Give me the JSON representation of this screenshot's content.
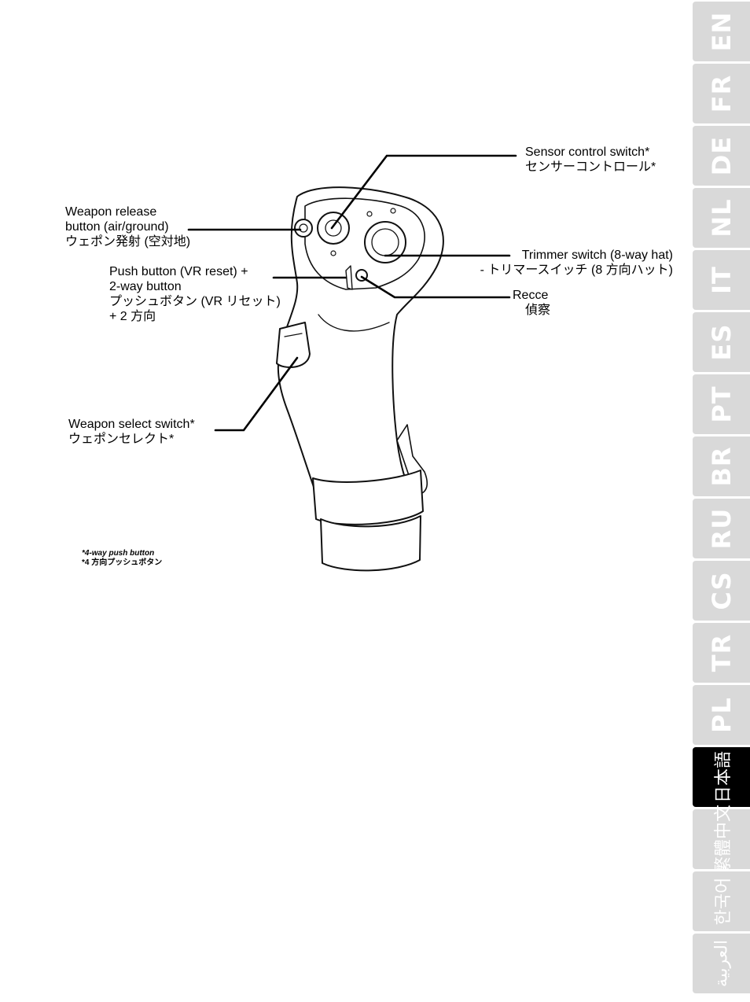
{
  "labels": {
    "sensor": {
      "line1": "Sensor control switch*",
      "line2": "センサーコントロール*"
    },
    "weapon_release": {
      "line1": "Weapon release",
      "line2": "button (air/ground)",
      "line3": "ウェポン発射 (空対地)"
    },
    "push_button": {
      "line1": "Push button (VR reset) +",
      "line2": "2-way button",
      "line3": "プッシュボタン (VR リセット)",
      "line4": "+ 2 方向"
    },
    "trimmer": {
      "line1": "Trimmer switch (8-way hat)",
      "line2": "- トリマースイッチ (8 方向ハット)"
    },
    "recce": {
      "line1": "Recce",
      "line2": "偵察"
    },
    "weapon_select": {
      "line1": "Weapon select switch*",
      "line2": "ウェポンセレクト*"
    }
  },
  "footnote": {
    "line1": "*4-way push button",
    "line2": "*4 方向プッシュボタン"
  },
  "language_tabs": [
    {
      "label": "EN",
      "active": false
    },
    {
      "label": "FR",
      "active": false
    },
    {
      "label": "DE",
      "active": false
    },
    {
      "label": "NL",
      "active": false
    },
    {
      "label": "IT",
      "active": false
    },
    {
      "label": "ES",
      "active": false
    },
    {
      "label": "PT",
      "active": false
    },
    {
      "label": "BR",
      "active": false
    },
    {
      "label": "RU",
      "active": false
    },
    {
      "label": "CS",
      "active": false
    },
    {
      "label": "TR",
      "active": false
    },
    {
      "label": "PL",
      "active": false
    },
    {
      "label": "日本語",
      "active": true
    },
    {
      "label": "繁體中文",
      "active": false
    },
    {
      "label": "한국어",
      "active": false
    },
    {
      "label": "العربية",
      "active": false
    }
  ],
  "colors": {
    "tab_inactive": "#d9d9d9",
    "tab_active": "#000000",
    "tab_text": "#ffffff"
  }
}
